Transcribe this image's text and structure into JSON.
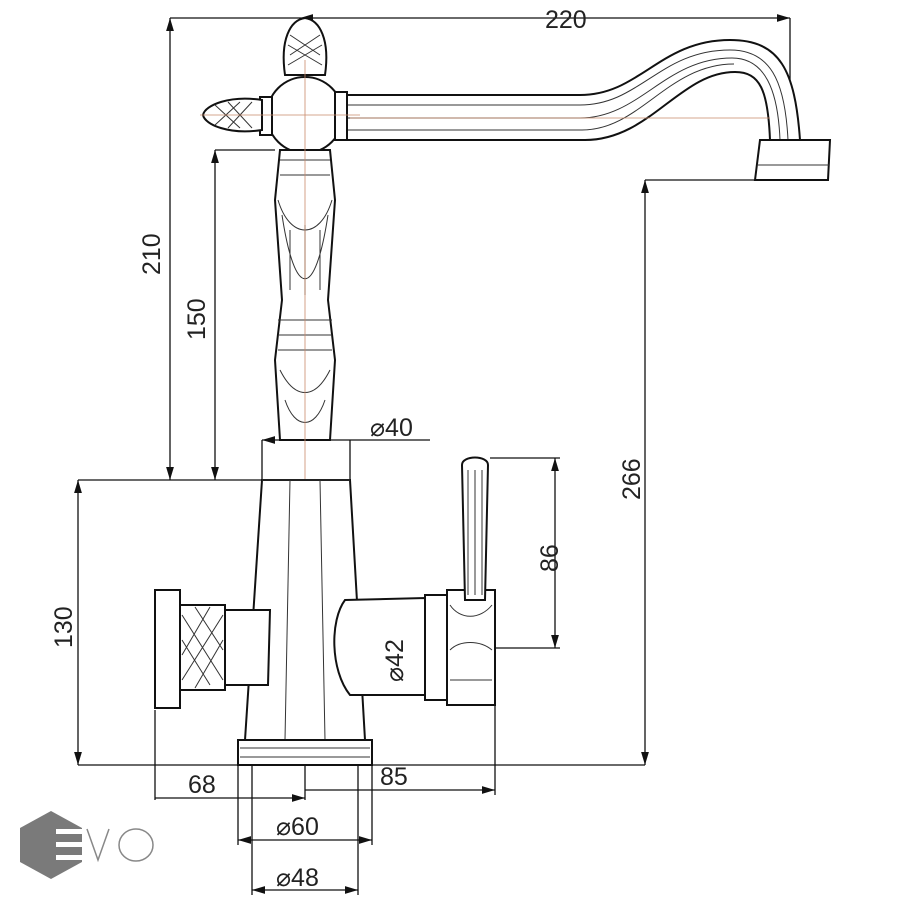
{
  "drawing": {
    "dimensions": {
      "spout_reach": "220",
      "total_height": "210",
      "column_height": "150",
      "spout_height": "266",
      "column_diameter": "⌀40",
      "lever_height": "86",
      "body_height": "130",
      "handle_diameter": "⌀42",
      "left_valve_offset": "68",
      "right_handle_offset": "85",
      "base_diameter": "⌀60",
      "mount_diameter": "⌀48"
    }
  },
  "logo": {
    "text": "EVO",
    "color": "#7a7a7a"
  }
}
